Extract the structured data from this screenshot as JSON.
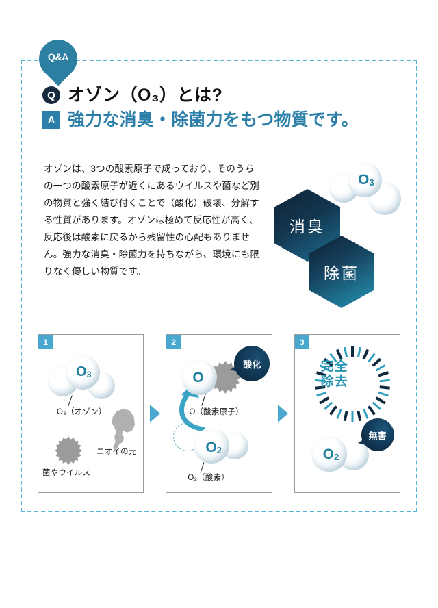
{
  "pin": {
    "label": "Q&A",
    "color": "#2c7fa0"
  },
  "frame": {
    "border_color": "#57b3d6"
  },
  "headline": {
    "q_badge": "Q",
    "question": "オゾン（O₃）とは?",
    "a_badge": "A",
    "answer": "強力な消臭・除菌力をもつ物質です。",
    "q_badge_color": "#16293d",
    "a_badge_color": "#2b7fa8",
    "answer_color": "#2b7fa8"
  },
  "body": {
    "paragraph": "オゾンは、3つの酸素原子で成っており、そのうちの一つの酸素原子が近くにあるウイルスや菌など別の物質と強く結び付くことで（酸化）破壊、分解する性質があります。オゾンは極めて反応性が高く、反応後は酸素に戻るから残留性の心配もありません。強力な消臭・除菌力を持ちながら、環境にも限りなく優しい物質です。"
  },
  "hero": {
    "hex_deodorize": "消臭",
    "hex_sterilize": "除菌",
    "molecule_label": "O",
    "molecule_sub": "3"
  },
  "steps": [
    {
      "number": "1",
      "molecule_label": "O",
      "molecule_sub": "3",
      "caption_molecule": "O₃（オゾン）",
      "caption_smell": "ニオイの元",
      "caption_germs": "菌やウイルス"
    },
    {
      "number": "2",
      "atom_label": "O",
      "caption_atom": "O（酸素原子）",
      "bubble_label": "酸化",
      "o2_label": "O",
      "o2_sub": "2",
      "caption_o2": "O₂（酸素）"
    },
    {
      "number": "3",
      "burst_line1": "完全",
      "burst_line2": "除去",
      "bubble_label": "無害",
      "o2_label": "O",
      "o2_sub": "2"
    }
  ],
  "arrows": {
    "glyph": "triangle-right",
    "color": "#4aa8ce"
  }
}
